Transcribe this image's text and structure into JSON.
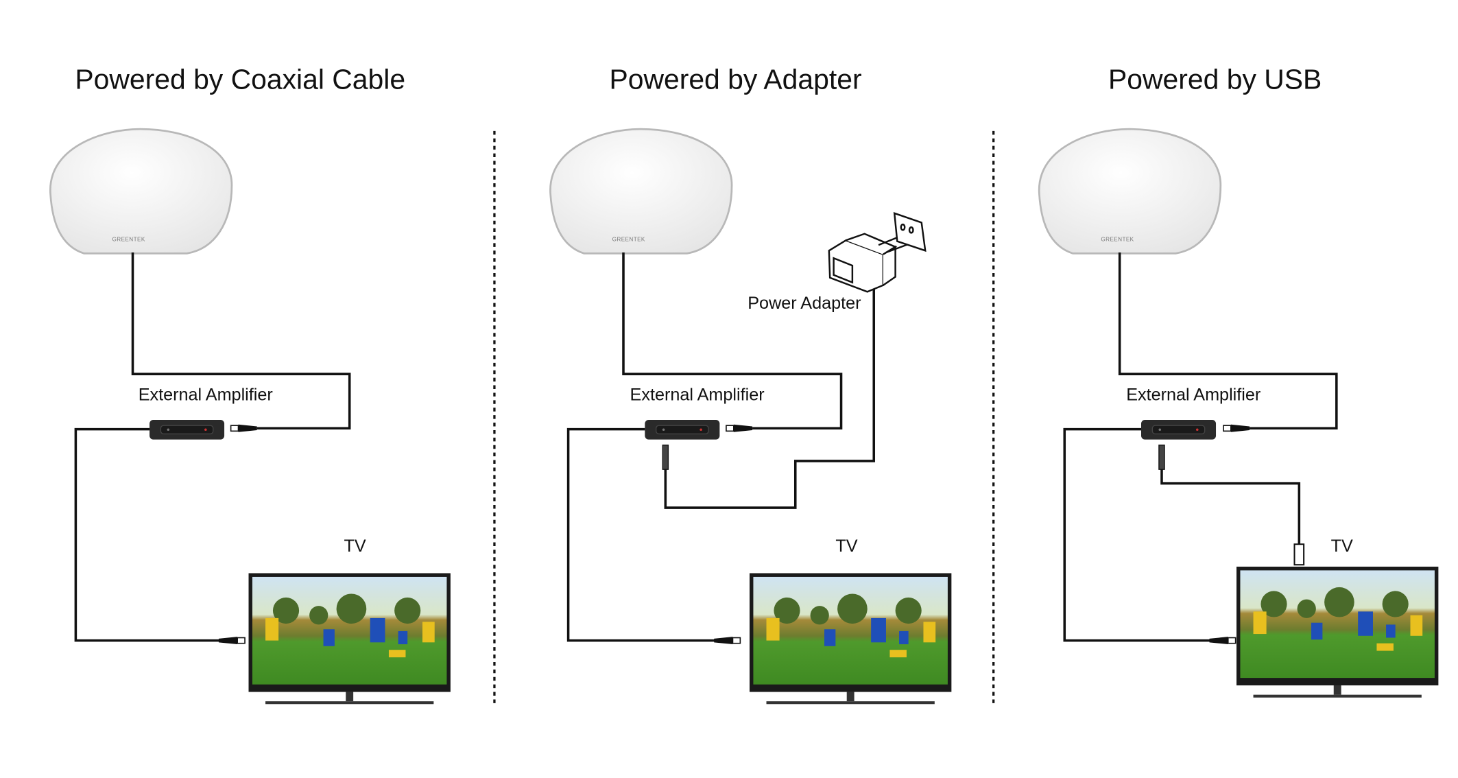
{
  "panels": [
    {
      "title": "Powered by Coaxial Cable",
      "amplifier_label": "External Amplifier",
      "tv_label": "TV"
    },
    {
      "title": "Powered by Adapter",
      "amplifier_label": "External Amplifier",
      "tv_label": "TV",
      "adapter_label": "Power Adapter"
    },
    {
      "title": "Powered by USB",
      "amplifier_label": "External Amplifier",
      "tv_label": "TV"
    }
  ],
  "antenna_brand": "GREENTEK",
  "colors": {
    "wire": "#111111",
    "amplifier": "#2a2a2a",
    "antenna": "#f4f4f4",
    "grass": "#4f9a2c",
    "sky": "#cfe3f2"
  }
}
